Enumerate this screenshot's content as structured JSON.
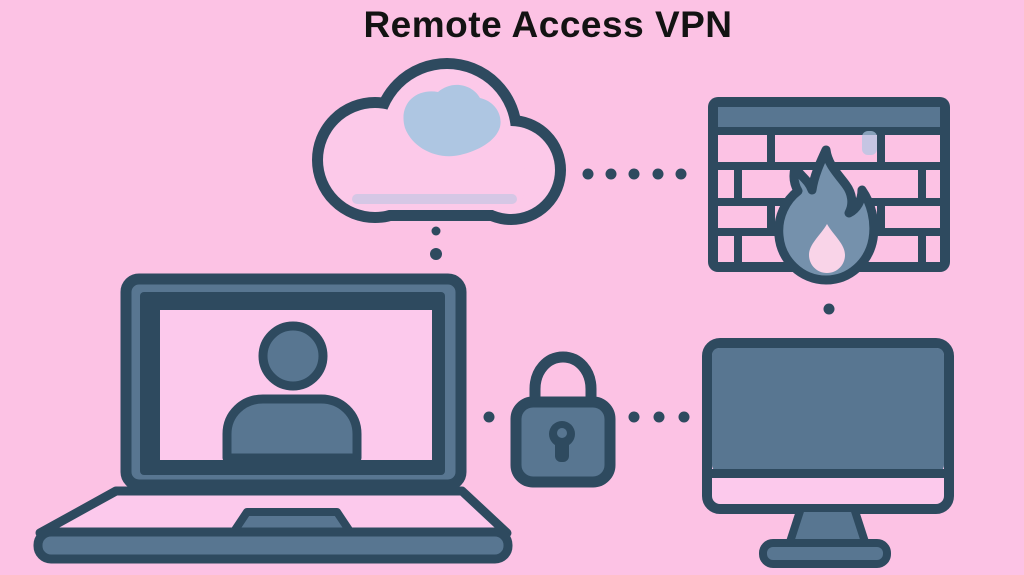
{
  "title": "Remote Access VPN",
  "colors": {
    "background": "#fcc2e4",
    "outline": "#2e4a5f",
    "fill_primary": "#587691",
    "fill_flame": "#7591ac",
    "flame_core": "#f9d4e8",
    "cloud_fill": "#fcc9e9",
    "cloud_patch": "#aec6e2",
    "screen_pink": "#fcc9ec",
    "title_text": "#131313"
  },
  "diagram": {
    "nodes": [
      {
        "id": "internet-cloud",
        "icon": "cloud-icon"
      },
      {
        "id": "firewall",
        "icon": "firewall-flame-icon"
      },
      {
        "id": "remote-user-laptop",
        "icon": "laptop-user-icon"
      },
      {
        "id": "vpn-encryption",
        "icon": "padlock-icon"
      },
      {
        "id": "office-desktop",
        "icon": "monitor-icon"
      }
    ],
    "connections": [
      {
        "from": "internet-cloud",
        "to": "firewall",
        "style": "dotted",
        "dots": 5
      },
      {
        "from": "internet-cloud",
        "to": "remote-user-laptop",
        "style": "dotted",
        "dots": 2
      },
      {
        "from": "firewall",
        "to": "office-desktop",
        "style": "dotted",
        "dots": 1
      },
      {
        "from": "remote-user-laptop",
        "to": "vpn-encryption",
        "style": "dotted",
        "dots": 1
      },
      {
        "from": "vpn-encryption",
        "to": "office-desktop",
        "style": "dotted",
        "dots": 3
      }
    ]
  }
}
